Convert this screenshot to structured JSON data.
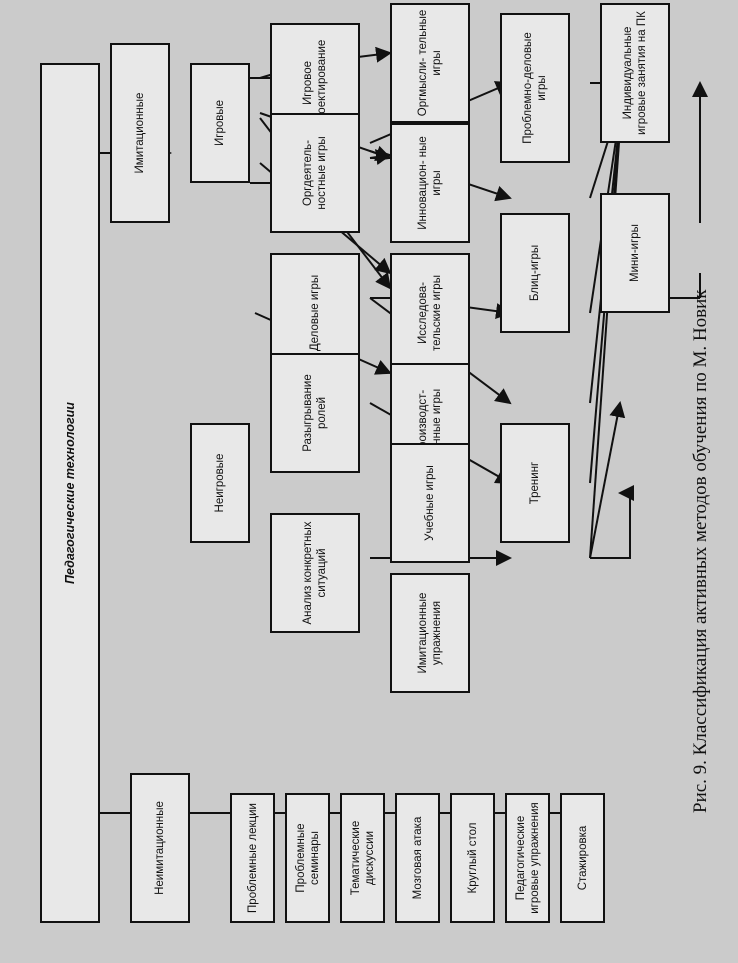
{
  "background_text": "",
  "diagram": {
    "root": "Педагогические технологии",
    "imitation": "Имитационные",
    "non_imitation": "Неимитационные",
    "game": "Игровые",
    "non_game": "Неигровые",
    "game_design": "Игровое проектирование",
    "organizational_games": "Оргдеятель-\nностные игры",
    "business_games": "Деловые игры",
    "role_play": "Разыгрывание ролей",
    "case_analysis": "Анализ конкретных ситуаций",
    "thinking_games": "Оргмысли-\nтельные игры",
    "innovation_games": "Инновацион-\nные игры",
    "research_games": "Исследова-\nтельские игры",
    "production_games": "Производст-\nвенные игры",
    "educational_games": "Учебные игры",
    "imitation_exercises": "Имитационные упражнения",
    "problem_business_games": "Проблемно-деловые игры",
    "individual_pc_games": "Индивидуальные игровые занятия на ПК",
    "blitz_games": "Блиц-игры",
    "mini_games": "Мини-игры",
    "training": "Тренинг",
    "problem_lectures": "Проблемные лекции",
    "problem_seminars": "Проблемные семинары",
    "thematic_discussions": "Тематические дискуссии",
    "brainstorming": "Мозговая атака",
    "round_table": "Круглый стол",
    "pedagogical_game_exercises": "Педагогические игровые упражнения",
    "internship": "Стажировка"
  },
  "caption": "Рис. 9. Классификация активных методов обучения по М. Новик"
}
